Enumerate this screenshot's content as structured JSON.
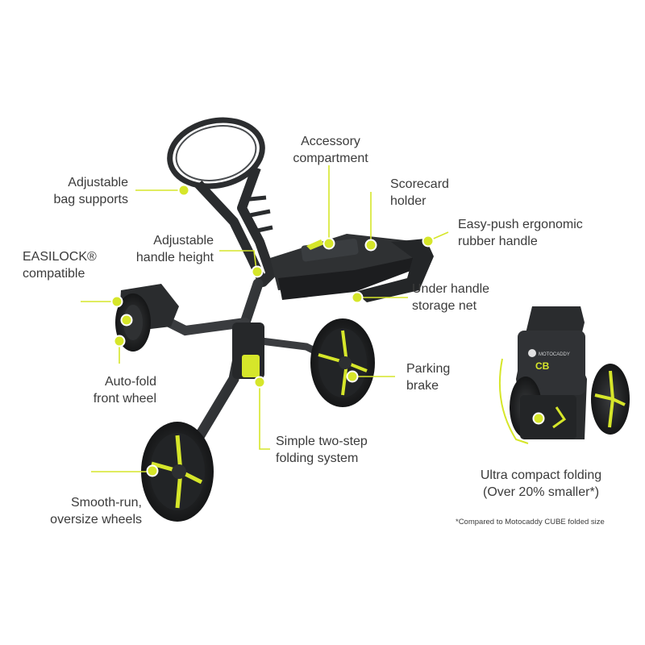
{
  "callouts": {
    "bag_supports": [
      "Adjustable",
      "bag supports"
    ],
    "accessory": [
      "Accessory",
      "compartment"
    ],
    "scorecard": [
      "Scorecard",
      "holder"
    ],
    "easy_push": [
      "Easy-push ergonomic",
      "rubber handle"
    ],
    "handle_height": [
      "Adjustable",
      "handle height"
    ],
    "easilock": [
      "EASILOCK®",
      "compatible"
    ],
    "storage_net": [
      "Under handle",
      "storage net"
    ],
    "auto_fold": [
      "Auto-fold",
      "front wheel"
    ],
    "parking_brake": [
      "Parking",
      "brake"
    ],
    "folding_system": [
      "Simple two-step",
      "folding system"
    ],
    "wheels": [
      "Smooth-run,",
      "oversize wheels"
    ],
    "compact": [
      "Ultra compact folding",
      "(Over 20% smaller*)"
    ]
  },
  "footnote": "*Compared to Motocaddy CUBE folded size",
  "brand_mark": "MOTOCADDY",
  "colors": {
    "accent": "#d6e62a",
    "frame": "#2a2c2e",
    "text": "#3b3b3b"
  }
}
